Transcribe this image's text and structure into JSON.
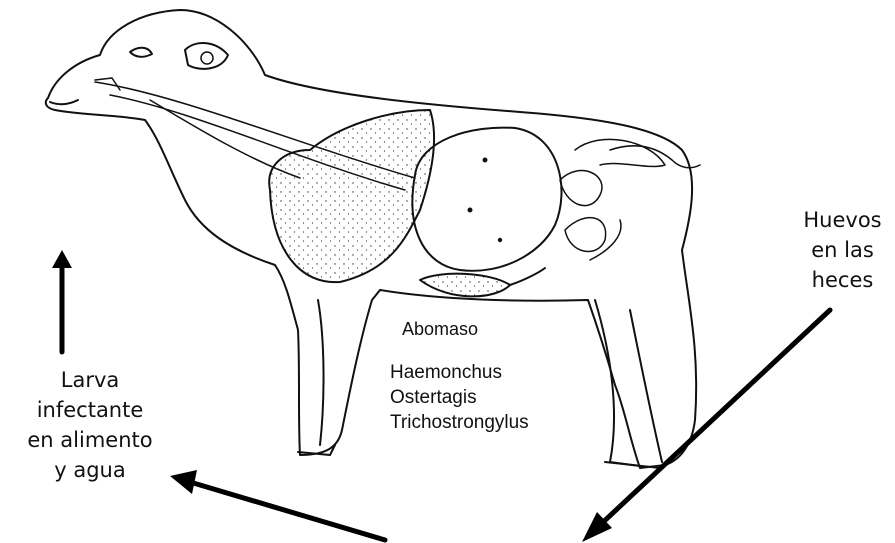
{
  "organ_label": "Abomaso",
  "parasites": [
    "Haemonchus",
    "Ostertagis",
    "Trichostrongylus"
  ],
  "label_eggs": [
    "Huevos",
    "en las",
    "heces"
  ],
  "label_larva": [
    "Larva",
    "infectante",
    "en alimento",
    "y agua"
  ],
  "colors": {
    "line": "#111111",
    "arrow": "#000000",
    "background": "#ffffff"
  }
}
